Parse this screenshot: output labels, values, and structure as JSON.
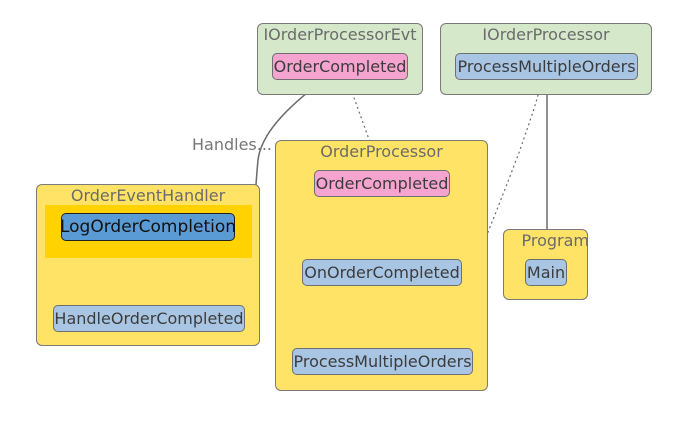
{
  "diagram": {
    "groups": {
      "order_processor_evt": "IOrderProcessorEvt",
      "order_processor_iface": "IOrderProcessor",
      "order_event_handler": "OrderEventHandler",
      "order_processor": "OrderProcessor",
      "program": "Program"
    },
    "nodes": {
      "evt_order_completed": "OrderCompleted",
      "iface_process_multiple_orders": "ProcessMultipleOrders",
      "log_order_completion": "LogOrderCompletion",
      "handle_order_completed": "HandleOrderCompleted",
      "order_completed": "OrderCompleted",
      "on_order_completed": "OnOrderCompleted",
      "process_multiple_orders": "ProcessMultipleOrders",
      "main": "Main"
    },
    "edge_labels": {
      "handles": "Handles..."
    },
    "colors": {
      "interface_group": "#d5e8c9",
      "class_group": "#ffe366",
      "method_node": "#a8c6e4",
      "event_node": "#f5a3cf",
      "highlighted_node": "#5b9bd5",
      "highlight_band": "#ffd200",
      "edge": "#6b6b6b"
    }
  }
}
